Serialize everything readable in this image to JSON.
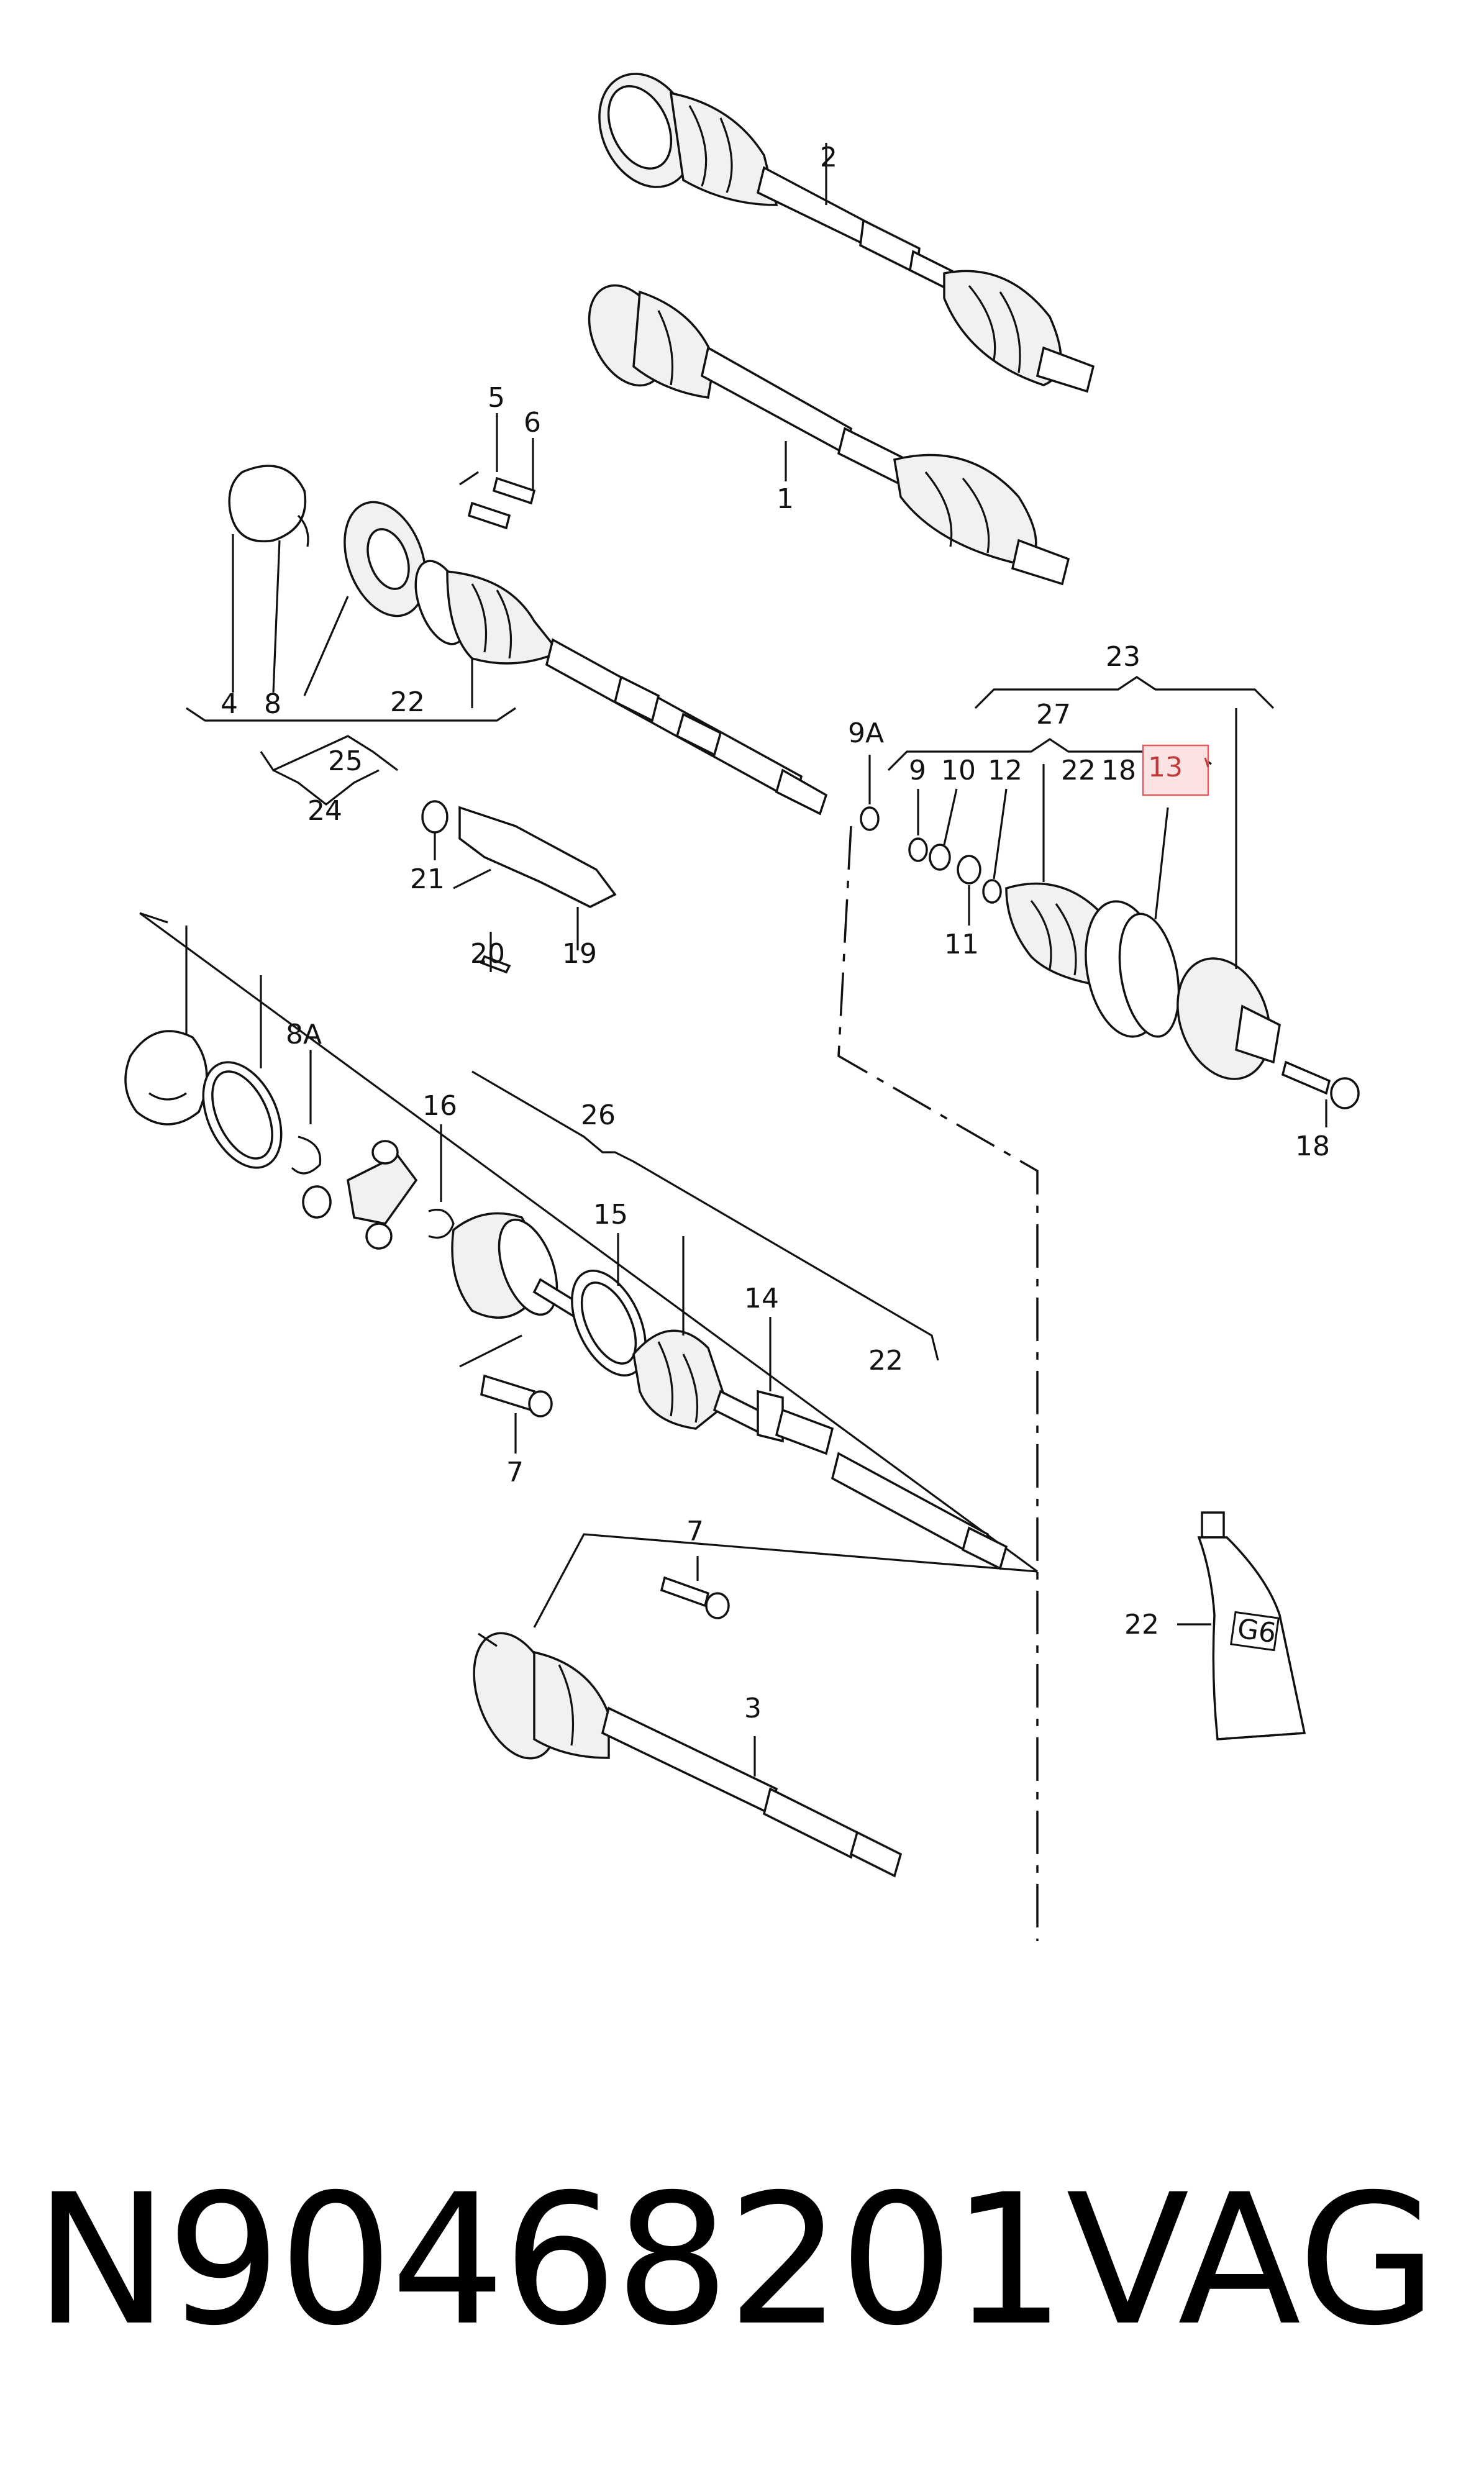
{
  "diagram": {
    "labels": {
      "l_2": "2",
      "l_1": "1",
      "l_5": "5",
      "l_6": "6",
      "l_4": "4",
      "l_8": "8",
      "l_22a": "22",
      "l_25": "25",
      "l_24": "24",
      "l_21": "21",
      "l_20": "20",
      "l_19": "19",
      "l_9a": "9A",
      "l_23": "23",
      "l_27": "27",
      "l_9": "9",
      "l_10": "10",
      "l_12": "12",
      "l_22b": "22",
      "l_18a": "18",
      "l_13": "13",
      "l_11": "11",
      "l_18b": "18",
      "l_8a": "8A",
      "l_16": "16",
      "l_26": "26",
      "l_15": "15",
      "l_14": "14",
      "l_22c": "22",
      "l_7a": "7",
      "l_7b": "7",
      "l_3": "3",
      "l_22d": "22",
      "tube_text": "G6"
    },
    "highlighted_part": "13",
    "highlight_color": "#e05a5a"
  },
  "footer": {
    "part_number": "N90468201",
    "brand": "VAG"
  }
}
